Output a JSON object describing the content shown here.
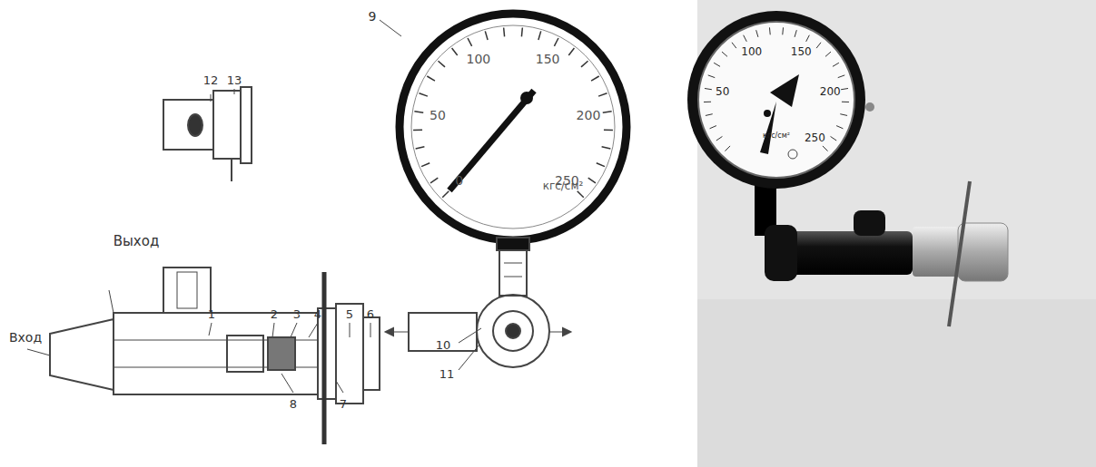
{
  "diagram": {
    "labels": [
      "12",
      "13",
      "Выход",
      "Вход",
      "1",
      "2",
      "3",
      "4",
      "5",
      "6",
      "7",
      "8",
      "9",
      "10",
      "11",
      "0",
      "50",
      "100",
      "150",
      "200",
      "250",
      "кгс/см²",
      "50",
      "100",
      "150",
      "200",
      "250",
      "кгс/см²"
    ]
  }
}
